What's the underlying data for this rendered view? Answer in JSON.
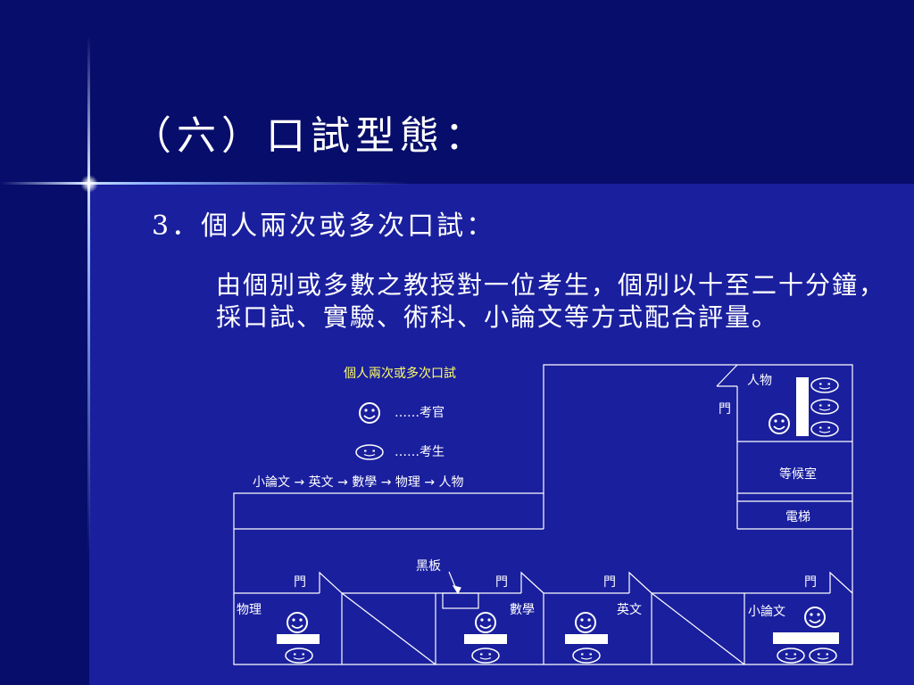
{
  "slide": {
    "title": "（六）口試型態：",
    "subtitle": "3．個人兩次或多次口試：",
    "body": "由個別或多數之教授對一位考生，個別以十至二十分鐘，採口試、實驗、術科、小論文等方式配合評量。"
  },
  "diagram": {
    "heading": "個人兩次或多次口試",
    "legend": {
      "examiner": "……考官",
      "candidate": "……考生"
    },
    "flow": "小論文 → 英文 → 數學 → 物理 → 人物",
    "rooms": {
      "person": "人物",
      "waiting": "等候室",
      "elevator": "電梯",
      "physics": "物理",
      "math": "數學",
      "english": "英文",
      "essay": "小論文"
    },
    "door_label": "門",
    "blackboard": "黑板"
  },
  "colors": {
    "background": "#1a1f9e",
    "band": "#070d6a",
    "heading": "#ffff66",
    "line": "#ffffff"
  }
}
